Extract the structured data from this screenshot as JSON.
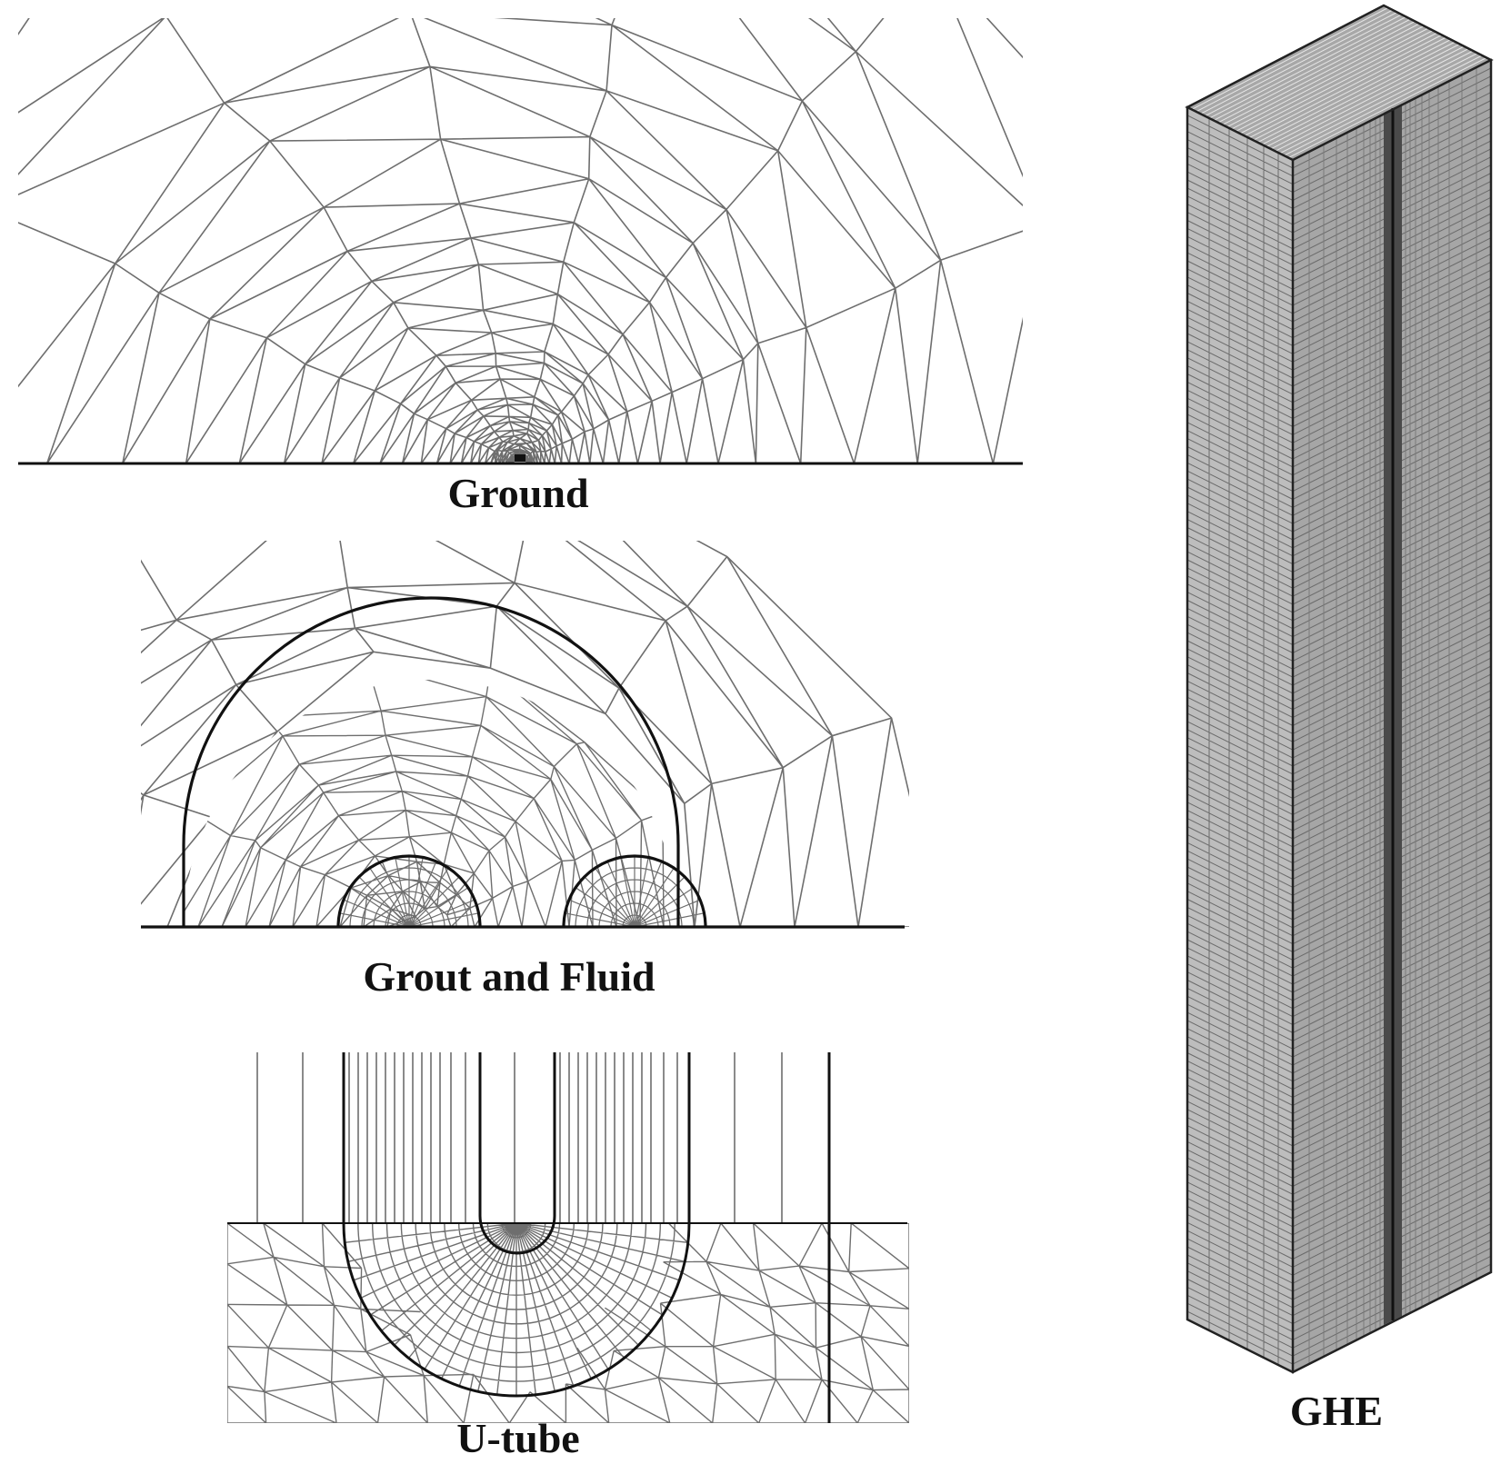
{
  "captions": {
    "ground": "Ground",
    "grout": "Grout and Fluid",
    "utube": "U-tube",
    "ghe": "GHE"
  },
  "colors": {
    "mesh_line": "#6e6e6e",
    "boundary_line": "#111111",
    "ghe_face_light": "#bdbdbd",
    "ghe_face_mid": "#9a9a9a",
    "ghe_face_dark": "#4a4a4a",
    "ghe_top": "#a8a8a8"
  }
}
